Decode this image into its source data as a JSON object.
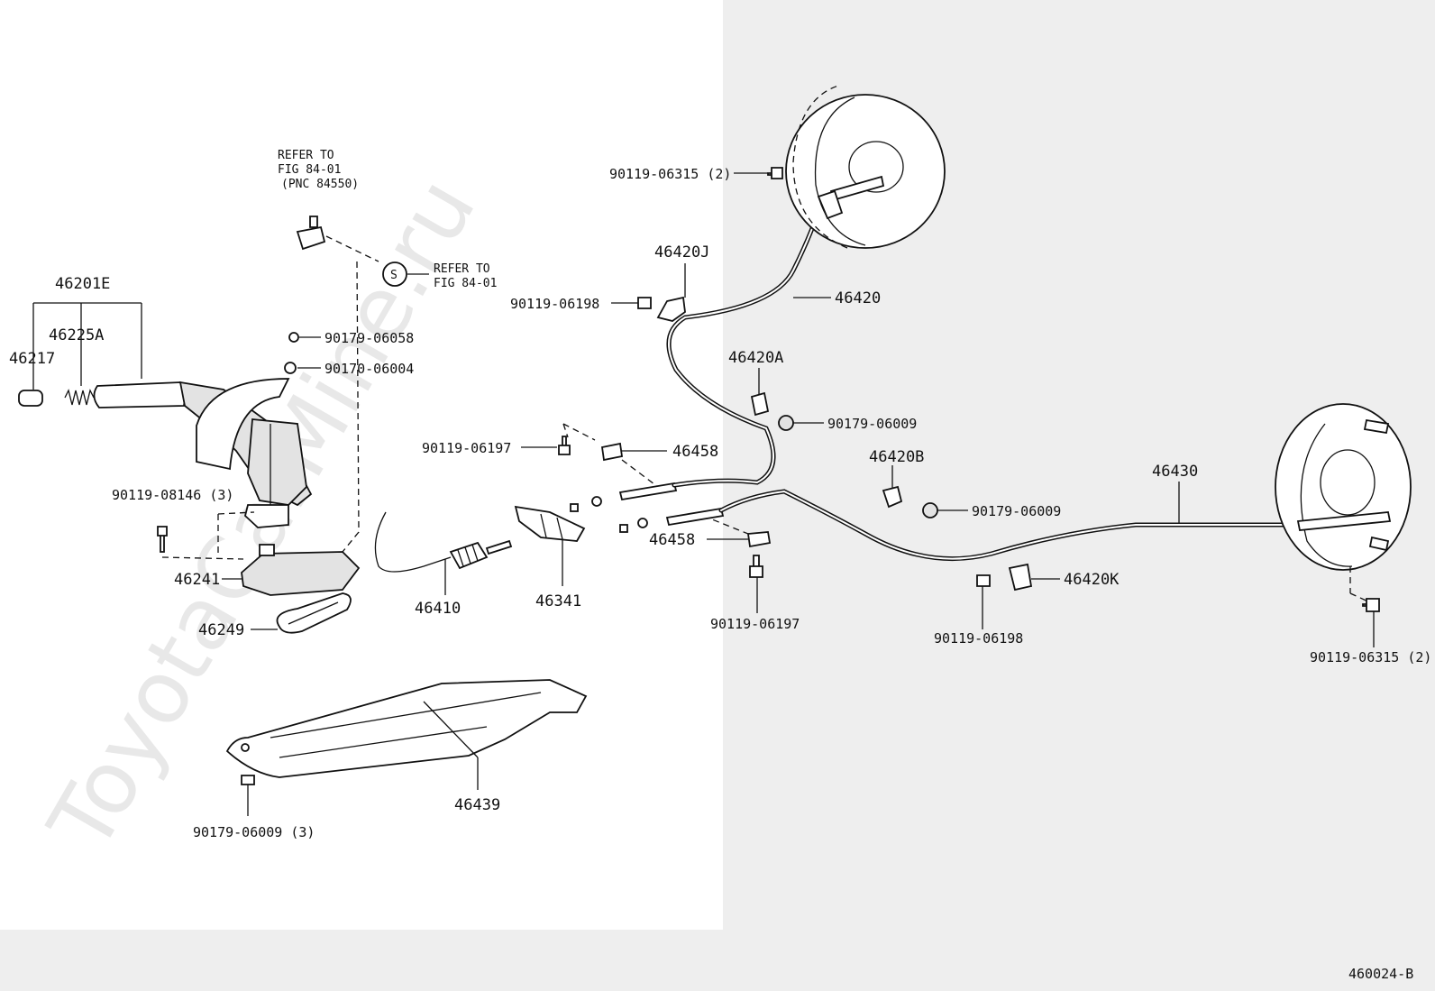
{
  "watermark": "ToyotaCarMine.ru",
  "figure_code": "460024-B",
  "refer_1": [
    "REFER TO",
    "FIG 84-01",
    "(PNC 84550)"
  ],
  "refer_2": [
    "REFER TO",
    "FIG 84-01"
  ],
  "refer_symbol": "S",
  "labels": {
    "l_46201E": "46201E",
    "l_46225A": "46225A",
    "l_46217": "46217",
    "l_90179_06058": "90179-06058",
    "l_90170_06004": "90170-06004",
    "l_90119_08146": "90119-08146 (3)",
    "l_46241": "46241",
    "l_46249": "46249",
    "l_46410": "46410",
    "l_46341": "46341",
    "l_46439": "46439",
    "l_90179_06009_3": "90179-06009 (3)",
    "l_90119_06197_a": "90119-06197",
    "l_46458_a": "46458",
    "l_46458_b": "46458",
    "l_90119_06197_b": "90119-06197",
    "l_46420J": "46420J",
    "l_90119_06198_a": "90119-06198",
    "l_46420": "46420",
    "l_90119_06315_a": "90119-06315 (2)",
    "l_46420A": "46420A",
    "l_90179_06009_a": "90179-06009",
    "l_46420B": "46420B",
    "l_90179_06009_b": "90179-06009",
    "l_46430": "46430",
    "l_46420K": "46420K",
    "l_90119_06198_b": "90119-06198",
    "l_90119_06315_b": "90119-06315 (2)"
  }
}
